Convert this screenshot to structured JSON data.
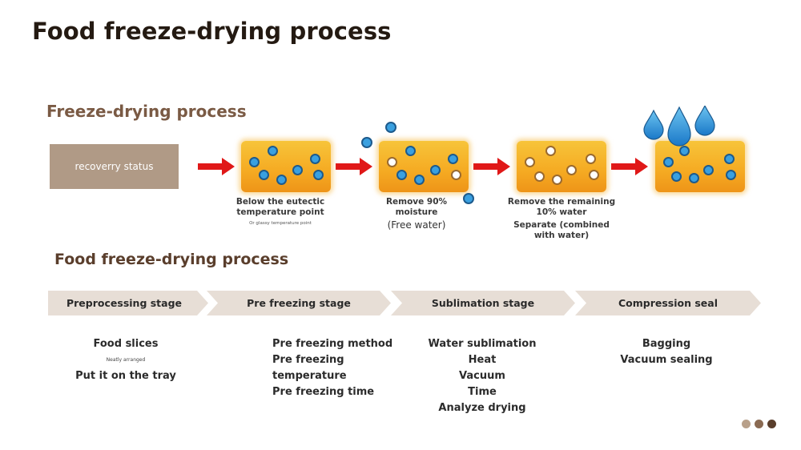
{
  "title": "Food freeze-drying process",
  "diagram1": {
    "heading": "Freeze-drying process",
    "status_box": "recoverry  status",
    "captions": [
      {
        "line1": "Below the eutectic",
        "line2": "temperature point",
        "note": "Or glassy temperature point"
      },
      {
        "line1": "Remove 90%",
        "line2": "moisture",
        "sub": "(Free water)"
      },
      {
        "line1": "Remove the remaining",
        "line2": "10% water",
        "line3": "Separate (combined",
        "line4": "with water)"
      }
    ]
  },
  "diagram2": {
    "heading": "Food freeze-drying process",
    "stages": [
      {
        "label": "Preprocessing stage",
        "items": [
          "Food slices",
          "Neatly arranged",
          "Put it on the tray"
        ]
      },
      {
        "label": "Pre freezing stage",
        "items": [
          "Pre freezing method",
          "Pre freezing temperature",
          "Pre freezing time"
        ]
      },
      {
        "label": "Sublimation stage",
        "items": [
          "Water sublimation",
          "Heat",
          "Vacuum",
          "Time",
          "Analyze drying"
        ]
      },
      {
        "label": "Compression seal",
        "items": [
          "Bagging",
          "Vacuum sealing"
        ]
      }
    ]
  },
  "colors": {
    "accent_brown": "#7a5a44",
    "stage_fill": "#e7ded6",
    "arrow_red": "#e01818",
    "water_blue": "#3aa0e0",
    "dot_colors": [
      "#b8a08a",
      "#8a6a52",
      "#5a3e2c"
    ]
  }
}
